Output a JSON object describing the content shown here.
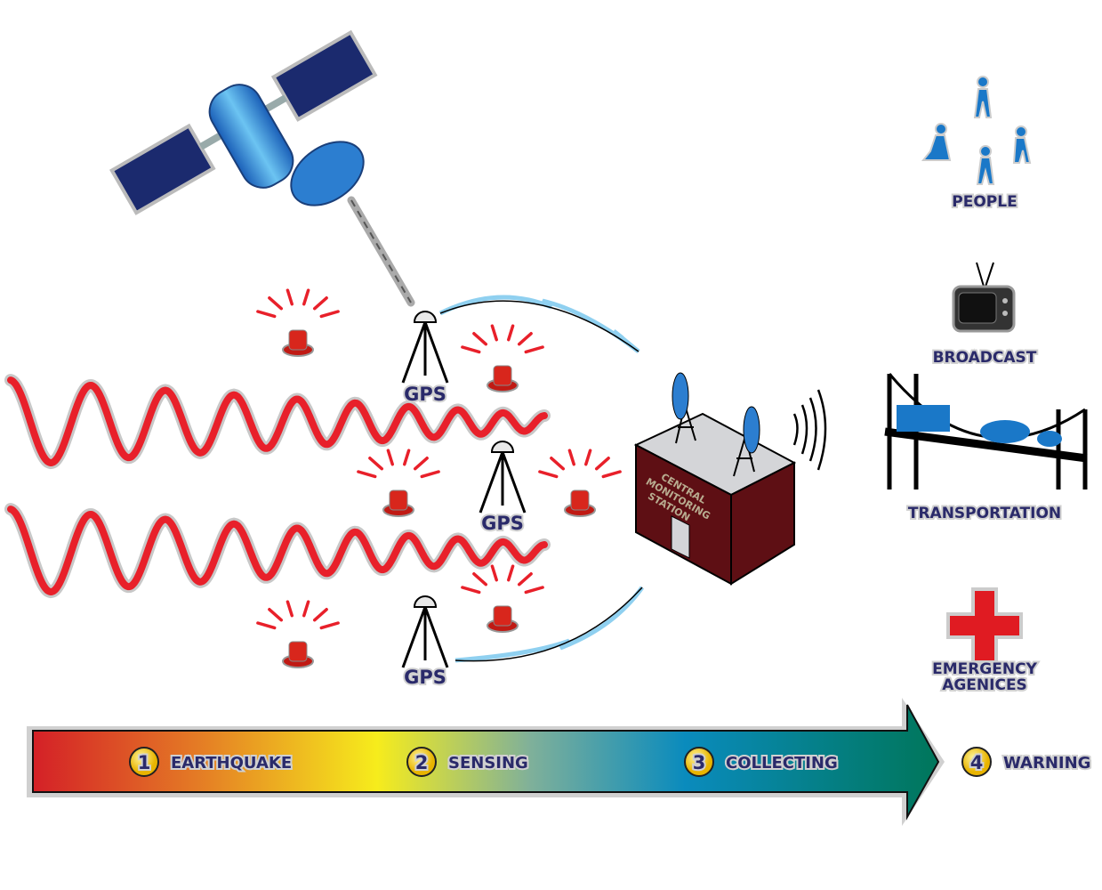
{
  "gps_label": "GPS",
  "station": {
    "lines": [
      "CENTRAL",
      "MONITORING",
      "STATION"
    ]
  },
  "recipients": {
    "people": "PEOPLE",
    "broadcast": "BROADCAST",
    "transportation": "TRANSPORTATION",
    "emergency": [
      "EMERGENCY",
      "AGENICES"
    ]
  },
  "steps": [
    {
      "number": "1",
      "label": "EARTHQUAKE"
    },
    {
      "number": "2",
      "label": "SENSING"
    },
    {
      "number": "3",
      "label": "COLLECTING"
    },
    {
      "number": "4",
      "label": "WARNING"
    }
  ],
  "colors": {
    "wave": "#e8202a",
    "siren": "#d8261c",
    "building": "#5e0f14",
    "navy": "#2a2a6a",
    "cross": "#e01b22"
  }
}
